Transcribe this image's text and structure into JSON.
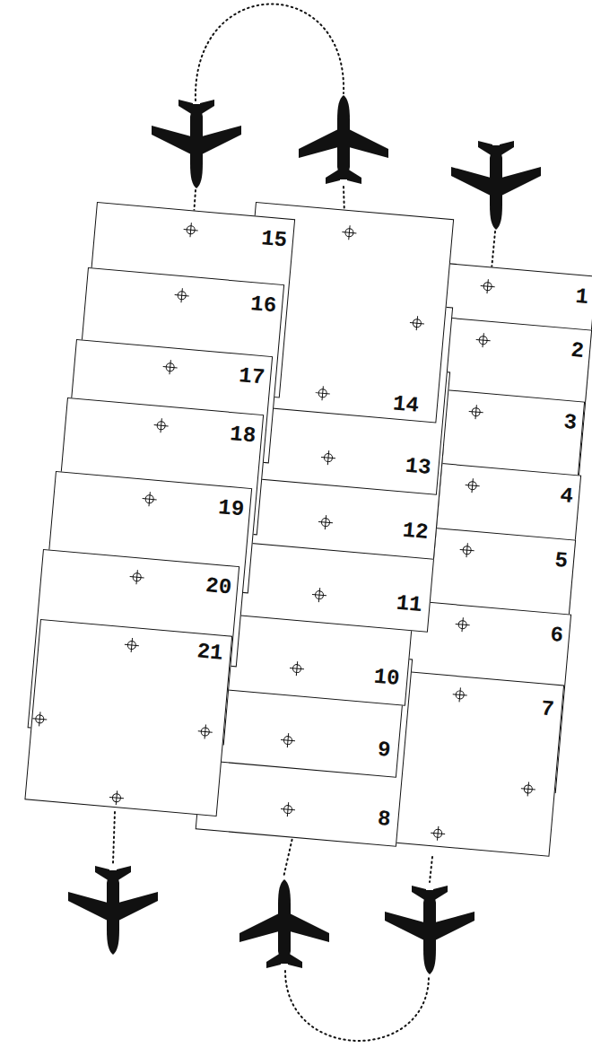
{
  "diagram": {
    "nodes": [
      {
        "text": [
          "1"
        ]
      },
      {
        "text": [
          "2"
        ]
      },
      {
        "text": [
          "3"
        ]
      },
      {
        "text": [
          "4"
        ]
      },
      {
        "text": [
          "5"
        ]
      },
      {
        "text": [
          "6"
        ]
      },
      {
        "text": [
          "7"
        ]
      },
      {
        "text": [
          "8"
        ]
      },
      {
        "text": [
          "9"
        ]
      },
      {
        "text": [
          "10"
        ]
      },
      {
        "text": [
          "11"
        ]
      },
      {
        "text": [
          "12"
        ]
      },
      {
        "text": [
          "13"
        ]
      },
      {
        "text": [
          "14"
        ]
      },
      {
        "text": [
          "15"
        ]
      },
      {
        "text": [
          "16"
        ]
      },
      {
        "text": [
          "17"
        ]
      },
      {
        "text": [
          "18"
        ]
      },
      {
        "text": [
          "19"
        ]
      },
      {
        "text": [
          "20"
        ]
      },
      {
        "text": [
          "21"
        ]
      }
    ]
  }
}
